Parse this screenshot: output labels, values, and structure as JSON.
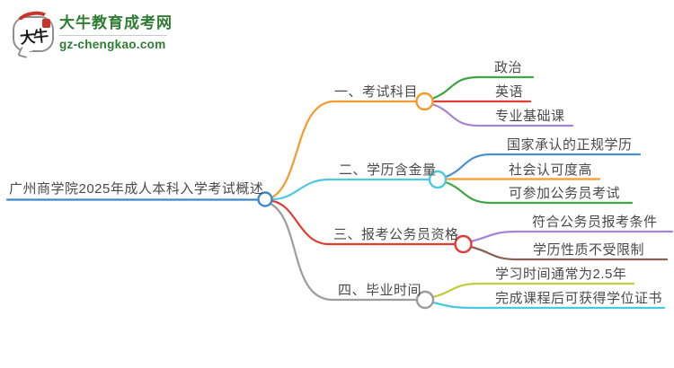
{
  "brand": {
    "logo_text": "大牛",
    "site_name": "大牛教育成考网",
    "site_url": "gz-chengkao.com",
    "brand_green": "#2E7D32",
    "seal_red": "#C8342B"
  },
  "mindmap": {
    "root": {
      "label": "广州商学院2025年成人本科入学考试概述",
      "color": "#3E86C8"
    },
    "branches": [
      {
        "label": "一、考试科目",
        "color": "#F79A2D",
        "children": [
          {
            "label": "政治",
            "color": "#3EA642"
          },
          {
            "label": "英语",
            "color": "#E23C32"
          },
          {
            "label": "专业基础课",
            "color": "#A584D8"
          }
        ]
      },
      {
        "label": "二、学历含金量",
        "color": "#4FC8E0",
        "children": [
          {
            "label": "国家承认的正规学历",
            "color": "#4A90D5"
          },
          {
            "label": "社会认可度高",
            "color": "#F79A2D"
          },
          {
            "label": "可参加公务员考试",
            "color": "#3EA642"
          }
        ]
      },
      {
        "label": "三、报考公务员资格",
        "color": "#E23C32",
        "children": [
          {
            "label": "符合公务员报考条件",
            "color": "#A584D8"
          },
          {
            "label": "学历性质不受限制",
            "color": "#8A5F55"
          }
        ]
      },
      {
        "label": "四、毕业时间",
        "color": "#9C9C9C",
        "children": [
          {
            "label": "学习时间通常为2.5年",
            "color": "#C2CC3E"
          },
          {
            "label": "完成课程后可获得学位证书",
            "color": "#45C8E0"
          }
        ]
      }
    ]
  }
}
